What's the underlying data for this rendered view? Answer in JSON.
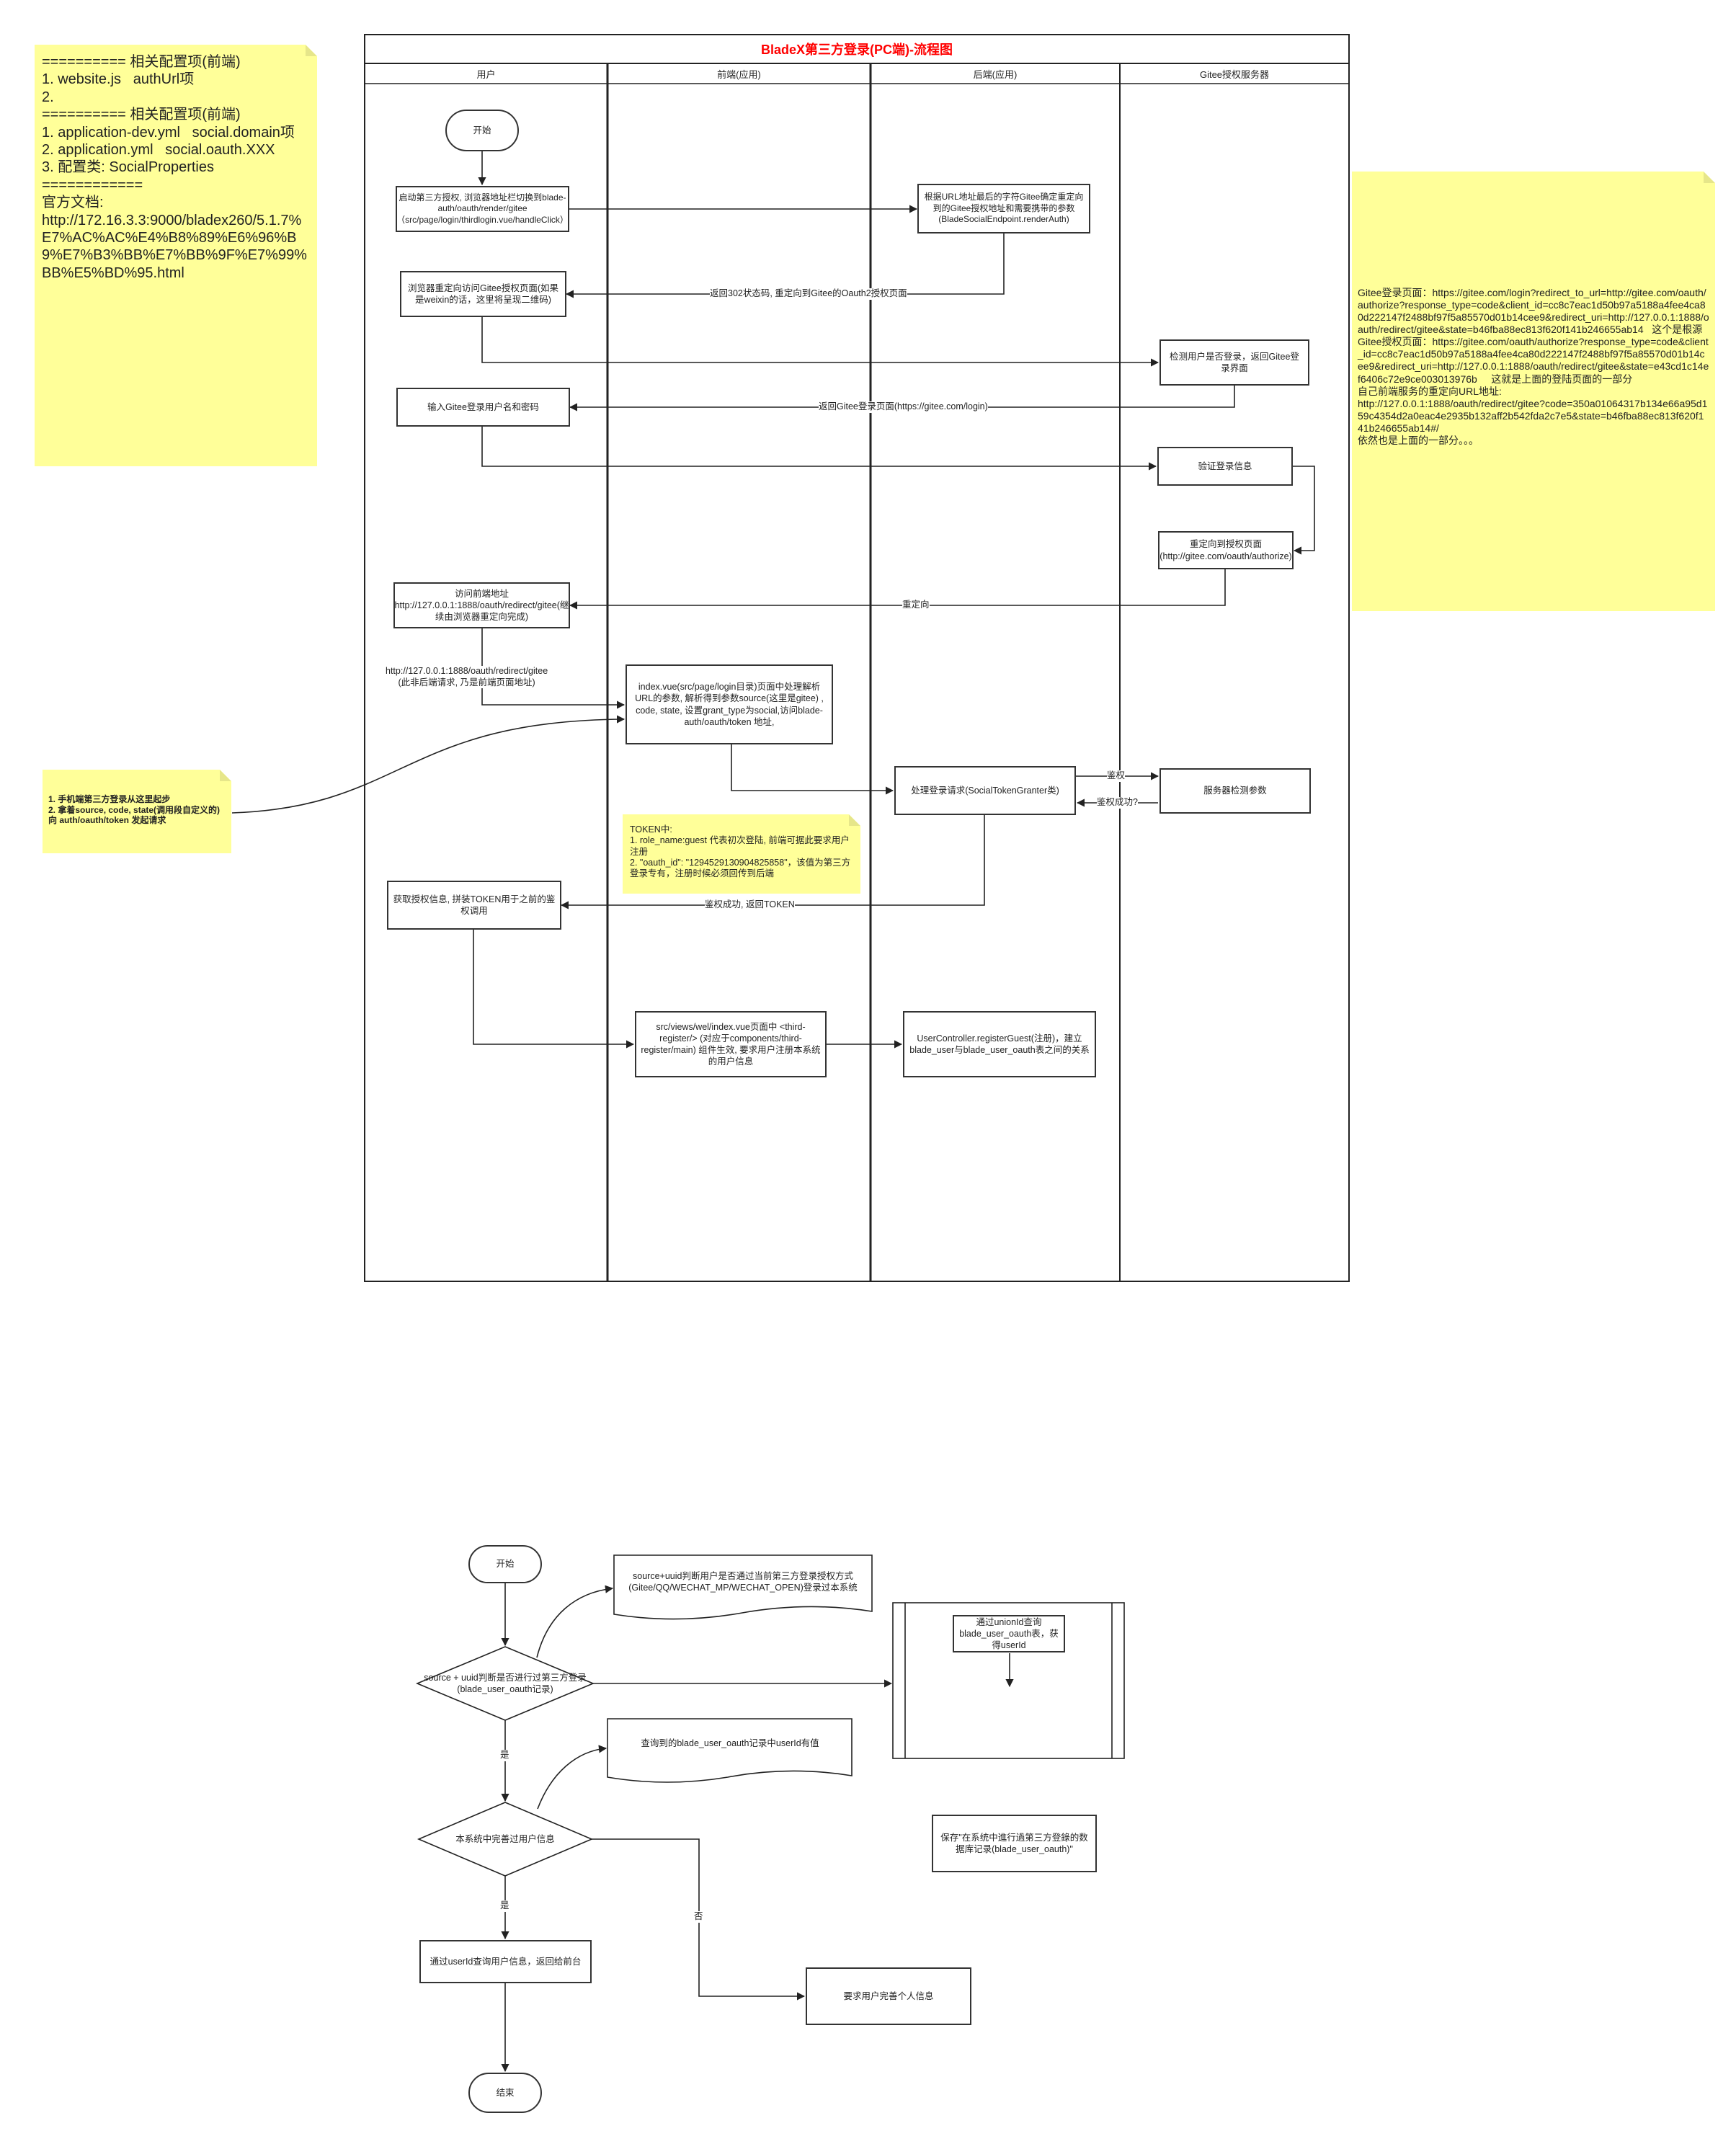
{
  "diagram": {
    "title": "BladeX第三方登录(PC端)-流程图",
    "lanes": [
      "用户",
      "前端(应用)",
      "后端(应用)",
      "Gitee授权服务器"
    ]
  },
  "notes": {
    "config": "========== 相关配置项(前端)\n1. website.js   authUrl项\n2.\n========== 相关配置项(前端)\n1. application-dev.yml   social.domain项\n2. application.yml   social.oauth.XXX\n3. 配置类: SocialProperties\n============\n官方文档:\nhttp://172.16.3.3:9000/bladex260/5.1.7%E7%AC%AC%E4%B8%89%E6%96%B9%E7%B3%BB%E7%BB%9F%E7%99%BB%E5%BD%95.html",
    "gitee": "Gitee登录页面：https://gitee.com/login?redirect_to_url=http://gitee.com/oauth/authorize?response_type=code&client_id=cc8c7eac1d50b97a5188a4fee4ca80d222147f2488bf97f5a85570d01b14cee9&redirect_uri=http://127.0.0.1:1888/oauth/redirect/gitee&state=b46fba88ec813f620f141b246655ab14   这个是根源\nGitee授权页面：https://gitee.com/oauth/authorize?response_type=code&client_id=cc8c7eac1d50b97a5188a4fee4ca80d222147f2488bf97f5a85570d01b14cee9&redirect_uri=http://127.0.0.1:1888/oauth/redirect/gitee&state=e43cd1c14ef6406c72e9ce003013976b     这就是上面的登陆页面的一部分\n自己前端服务的重定向URL地址:\nhttp://127.0.0.1:1888/oauth/redirect/gitee?code=350a01064317b134e66a95d159c4354d2a0eac4e2935b132aff2b542fda2c7e5&state=b46fba88ec813f620f141b246655ab14#/\n依然也是上面的一部分。。。",
    "mobile": "1. 手机端第三方登录从这里起步\n2. 拿着source, code, state(调用段自定义的)向 auth/oauth/token 发起请求",
    "token": "TOKEN中:\n1. role_name:guest 代表初次登陆, 前端可据此要求用户注册\n2. \"oauth_id\": \"1294529130904825858\"，该值为第三方登录专有，注册时候必须回传到后端"
  },
  "nodes": {
    "start1": "开始",
    "user_start_auth": "启动第三方授权, 浏览器地址栏切换到blade-auth/oauth/render/gitee（src/page/login/thirdlogin.vue/handleClick）",
    "backend_render": "根据URL地址最后的字符Gitee确定重定向到的Gitee授权地址和需要携带的参数\n(BladeSocialEndpoint.renderAuth)",
    "browser_redirect": "浏览器重定向访问Gitee授权页面(如果是weixin的话，这里将呈现二维码)",
    "gitee_check_login": "检测用户是否登录，返回Gitee登录界面",
    "user_input": "输入Gitee登录用户名和密码",
    "gitee_verify": "验证登录信息",
    "gitee_redirect_auth": "重定向到授权页面\n(http://gitee.com/oauth/authorize)",
    "user_visit_frontend": "访问前端地址\nhttp://127.0.0.1:1888/oauth/redirect/gitee(继续由浏览器重定向完成)",
    "frontend_index": "index.vue(src/page/login目录)页面中处理解析URL的参数, 解析得到参数source(这里是gitee) , code, state, 设置grant_type为social,访问blade-auth/oauth/token 地址,",
    "backend_process": "处理登录请求(SocialTokenGranter类)",
    "gitee_check_params": "服务器检测参数",
    "user_get_auth": "获取授权信息, 拼装TOKEN用于之前的鉴权调用",
    "frontend_register": "src/views/wel/index.vue页面中 <third-register/> (对应于components/third-register/main) 组件生效, 要求用户注册本系统的用户信息",
    "backend_register": "UserController.registerGuest(注册)，建立blade_user与blade_user_oauth表之间的关系"
  },
  "edges": {
    "e_return302": "返回302状态码, 重定向到Gitee的Oauth2授权页面",
    "e_return_login": "返回Gitee登录页面(https://gitee.com/login)",
    "e_redirect": "重定向",
    "e_url": "http://127.0.0.1:1888/oauth/redirect/gitee\n(此非后端请求, 乃是前端页面地址)",
    "e_auth": "鉴权",
    "e_auth_ok_q": "鉴权成功?",
    "e_auth_ok_token": "鉴权成功, 返回TOKEN"
  },
  "flow2": {
    "start": "开始",
    "decision1": "source + uuid判断是否进行过第三方登录(blade_user_oauth记录)",
    "doc1": "source+uuid判断用户是否通过当前第三方登录授权方式(Gitee/QQ/WECHAT_MP/WECHAT_OPEN)登录过本系统",
    "sub_inner": "通过unionId查询blade_user_oauth表，获得userId",
    "yes1": "是",
    "doc2": "查询到的blade_user_oauth记录中userId有值",
    "decision2": "本系统中完善过用户信息",
    "save_note": "保存\"在系统中進行過第三方登錄的数据库记录(blade_user_oauth)\"",
    "yes2": "是",
    "no2": "否",
    "query_user": "通过userId查询用户信息，返回给前台",
    "require_info": "要求用户完善个人信息",
    "end": "结束"
  }
}
